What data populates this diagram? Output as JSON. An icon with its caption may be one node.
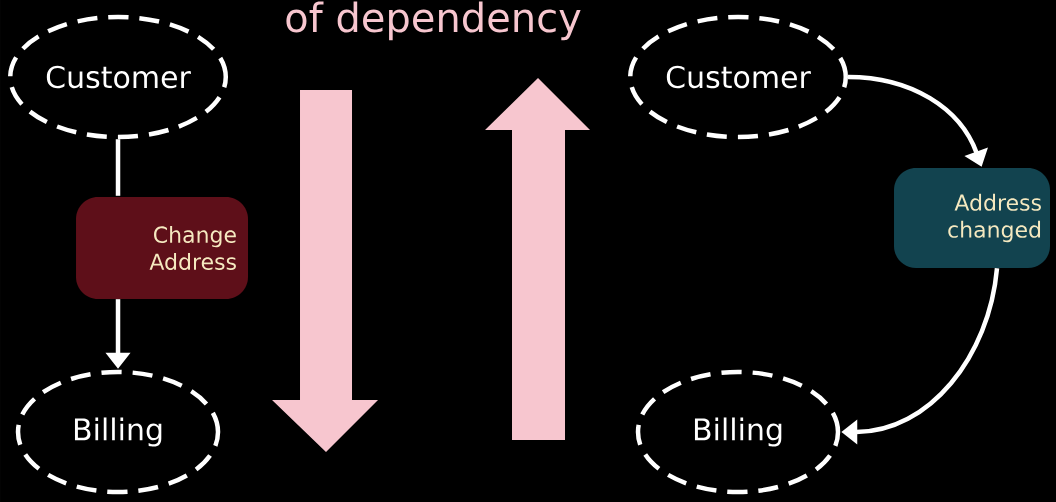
{
  "diagram": {
    "nodes": [
      {
        "text": [
          "Customer"
        ]
      },
      {
        "text": [
          "Billing"
        ]
      },
      {
        "text": [
          "Change Address"
        ]
      },
      {
        "text": [
          "Customer"
        ]
      },
      {
        "text": [
          "Address changed"
        ]
      },
      {
        "text": [
          "Billing"
        ]
      }
    ],
    "edges": [
      {
        "from": 0,
        "to": 2,
        "arrow": "none"
      },
      {
        "from": 2,
        "to": 1,
        "arrow": "to"
      },
      {
        "from": 3,
        "to": 4,
        "arrow": "to"
      },
      {
        "from": 4,
        "to": 5,
        "arrow": "to"
      }
    ],
    "labels": [
      "of dependency"
    ]
  }
}
